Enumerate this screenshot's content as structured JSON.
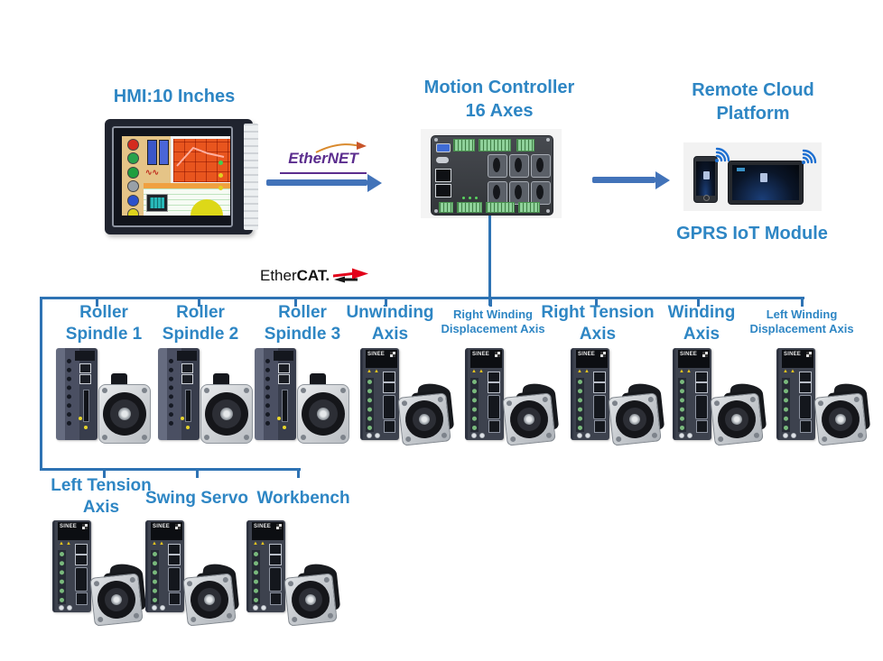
{
  "diagram": {
    "hmi": {
      "title": "HMI:10 Inches"
    },
    "ethernet_link": {
      "label": "EtherNET"
    },
    "motion_controller": {
      "title_line1": "Motion Controller",
      "title_line2": "16 Axes"
    },
    "cloud": {
      "title_line1": "Remote Cloud",
      "title_line2": "Platform",
      "caption": "GPRS IoT Module"
    },
    "ethercat": {
      "prefix": "Ether",
      "suffix": "CAT."
    },
    "drive_brand": "SINEE",
    "row1_axes": [
      {
        "label_lines": [
          "Roller",
          "Spindle 1"
        ],
        "size": "large",
        "drive_style": "a"
      },
      {
        "label_lines": [
          "Roller",
          "Spindle 2"
        ],
        "size": "large",
        "drive_style": "a"
      },
      {
        "label_lines": [
          "Roller",
          "Spindle 3"
        ],
        "size": "large",
        "drive_style": "a"
      },
      {
        "label_lines": [
          "Unwinding",
          "Axis"
        ],
        "size": "large",
        "drive_style": "b"
      },
      {
        "label_lines": [
          "Right Winding",
          "Displacement Axis"
        ],
        "size": "small",
        "drive_style": "b"
      },
      {
        "label_lines": [
          "Right Tension",
          "Axis"
        ],
        "size": "large",
        "drive_style": "b"
      },
      {
        "label_lines": [
          "Winding",
          "Axis"
        ],
        "size": "large",
        "drive_style": "b"
      },
      {
        "label_lines": [
          "Left Winding",
          "Displacement Axis"
        ],
        "size": "small",
        "drive_style": "b"
      }
    ],
    "row2_axes": [
      {
        "label_lines": [
          "Left Tension",
          "Axis"
        ],
        "size": "large",
        "drive_style": "b"
      },
      {
        "label_lines": [
          "Swing Servo"
        ],
        "size": "large",
        "drive_style": "b"
      },
      {
        "label_lines": [
          "Workbench"
        ],
        "size": "large",
        "drive_style": "b"
      }
    ],
    "colors": {
      "label_blue": "#2e86c4",
      "line_blue": "#2e73b4",
      "arrow_blue": "#4273b9",
      "ethernet_purple": "#5b2d8e",
      "ethercat_red": "#e2001a",
      "wifi_blue": "#1d6fd1"
    }
  }
}
